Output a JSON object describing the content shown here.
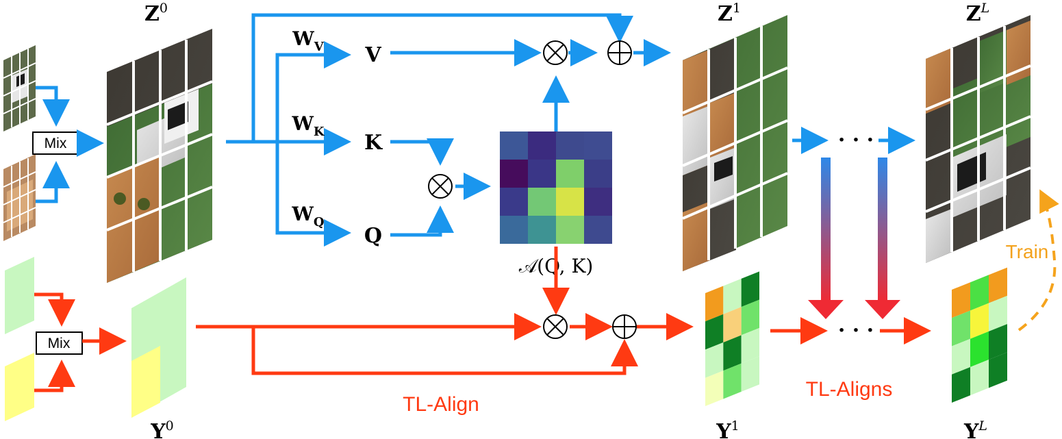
{
  "colors": {
    "blue": "#1a96ee",
    "red": "#ff3a12",
    "orange": "#f5a31c",
    "label_orange": "#f3a21d",
    "green_light": "#c8f7c0",
    "yellow_light": "#ffff86"
  },
  "labels": {
    "z0": "Z",
    "z0_sup": "0",
    "z1": "Z",
    "z1_sup": "1",
    "zl": "Z",
    "zl_sup": "L",
    "y0": "Y",
    "y0_sup": "0",
    "y1": "Y",
    "y1_sup": "1",
    "yl": "Y",
    "yl_sup": "L",
    "wv": "W",
    "wv_sub": "V",
    "wk": "W",
    "wk_sub": "K",
    "wq": "W",
    "wq_sub": "Q",
    "v": "V",
    "k": "K",
    "q": "Q",
    "attn": "𝒜(Q, K)",
    "mix_top": "Mix",
    "mix_bottom": "Mix",
    "tl_align": "TL-Align",
    "tl_aligns": "TL-Aligns",
    "train": "Train",
    "ellipsis_top": "· · ·",
    "ellipsis_bottom": "· · ·",
    "otimes": "⊗",
    "oplus": "⊕"
  },
  "attention_heatmap": {
    "rows": 4,
    "cols": 4,
    "colors": [
      [
        "#3d5797",
        "#3b2b7f",
        "#3e4a8e",
        "#3f4c91"
      ],
      [
        "#460c5c",
        "#3a3687",
        "#7fcf6a",
        "#3b3e88"
      ],
      [
        "#3a3a8a",
        "#73c875",
        "#d7e347",
        "#3e2e80"
      ],
      [
        "#3a6a9b",
        "#3e9393",
        "#88d270",
        "#3e4a8f"
      ]
    ]
  },
  "y1_grid": {
    "rows": 4,
    "cols": 3,
    "colors": [
      [
        "#f29b1e",
        "#c8f7c0",
        "#0f7f25"
      ],
      [
        "#0f7f25",
        "#f9d07a",
        "#70e26a"
      ],
      [
        "#c8f7c0",
        "#0f7f25",
        "#c8f7c0"
      ],
      [
        "#f3ffb8",
        "#70e26a",
        "#c8f7c0"
      ]
    ]
  },
  "yl_grid": {
    "rows": 4,
    "cols": 3,
    "colors": [
      [
        "#f29b1e",
        "#4be044",
        "#f29b1e"
      ],
      [
        "#70e26a",
        "#f7f53b",
        "#c8f7c0"
      ],
      [
        "#c8f7c0",
        "#2be22e",
        "#0f7f25"
      ],
      [
        "#0f7f25",
        "#c8f7c0",
        "#0f7f25"
      ]
    ]
  }
}
